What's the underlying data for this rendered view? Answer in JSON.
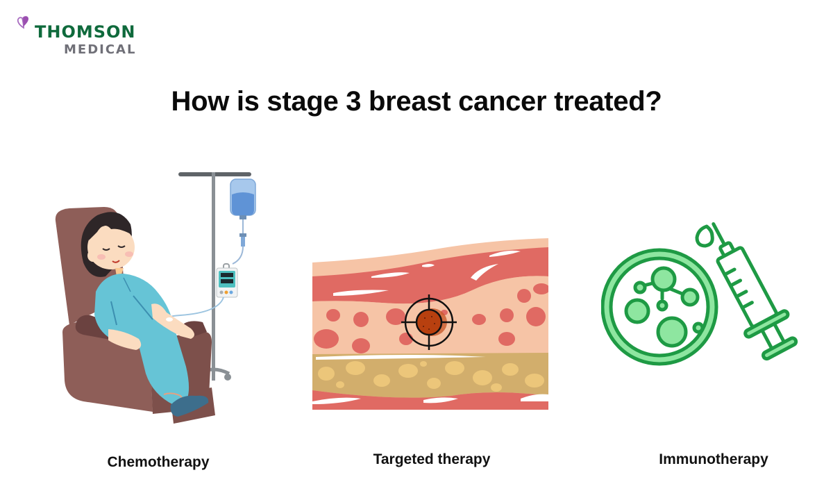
{
  "brand": {
    "name_line1": "THOMSON",
    "name_line2": "MEDICAL",
    "icon": "butterfly-icon",
    "colors": {
      "primary": "#0f6a3c",
      "secondary": "#707078",
      "accent": "#9b4fb0"
    }
  },
  "page": {
    "title": "How is stage 3 breast cancer treated?"
  },
  "treatments": [
    {
      "label": "Chemotherapy",
      "illustration": "patient-receiving-iv-drip"
    },
    {
      "label": "Targeted therapy",
      "illustration": "tissue-with-target-crosshair"
    },
    {
      "label": "Immunotherapy",
      "illustration": "petri-dish-and-syringe"
    }
  ],
  "colors": {
    "background": "#ffffff",
    "text": "#0a0a0a",
    "immuno_green": "#1e9a44",
    "immuno_fill": "#8ee6a0",
    "tissue_red": "#e06a63",
    "tissue_pink": "#f6c4a6",
    "fat_tan": "#d2ae6c",
    "tumor": "#b8400f"
  }
}
